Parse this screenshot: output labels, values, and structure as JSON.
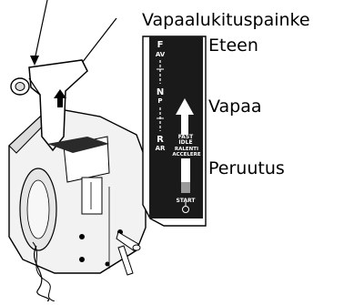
{
  "labels": {
    "lock_release": "Vapaalukituspainke",
    "forward": "Eteen",
    "neutral": "Vapaa",
    "reverse": "Peruutus"
  },
  "plate": {
    "forward_letter": "F",
    "forward_sub": "AV",
    "neutral_letter": "N",
    "neutral_sub": "P",
    "reverse_letter": "R",
    "reverse_sub": "AR",
    "fast_idle_line1": "FAST",
    "fast_idle_line2": "IDLE",
    "ralenti_line1": "RALENTI",
    "ralenti_line2": "ACCELERE",
    "start_label": "START"
  },
  "icons": {
    "up_arrow": "arrow-up-icon",
    "key": "key-icon"
  },
  "colors": {
    "plate_background": "#1a1a1a",
    "plate_text": "#ffffff",
    "outline": "#000000",
    "body_shading": "#d9d9d9"
  }
}
